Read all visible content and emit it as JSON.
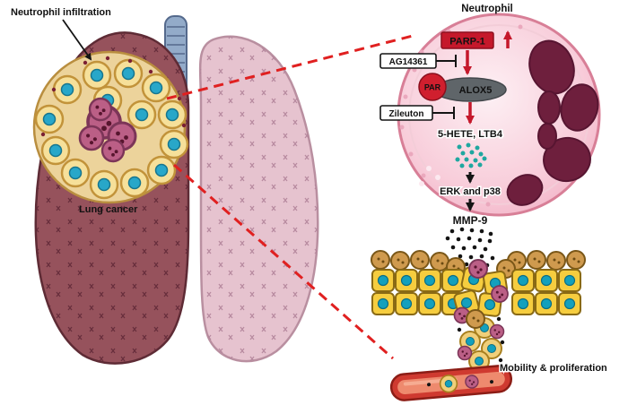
{
  "figure": {
    "labels": {
      "neutrophil_infiltration": "Neutrophil infiltration",
      "lung_cancer": "Lung cancer",
      "neutrophil": "Neutrophil",
      "mobility_proliferation": "Mobility & proliferation"
    },
    "pathway": {
      "parp1": "PARP-1",
      "ag14361": "AG14361",
      "par": "PAR",
      "alox5": "ALOX5",
      "zileuton": "Zileuton",
      "mediators": "5-HETE, LTB4",
      "kinases": "ERK and p38",
      "mmp9": "MMP-9"
    },
    "colors": {
      "callout_dashed_line": "#e02020",
      "parp1_box": "#c5182b",
      "par_circle": "#d01f2e",
      "alox5_ellipse": "#5f6569",
      "neutrophil_membrane": "#e394ab",
      "neutrophil_nucleus": "#6e1f3d",
      "left_lung": "#96525c",
      "right_lung": "#e6c3cf",
      "epithelial_cell": "#f6cd3f",
      "cell_nucleus_teal": "#13a0bd",
      "tumor_cell_purple": "#bb5f86",
      "vessel_red": "#cf3a30"
    }
  }
}
